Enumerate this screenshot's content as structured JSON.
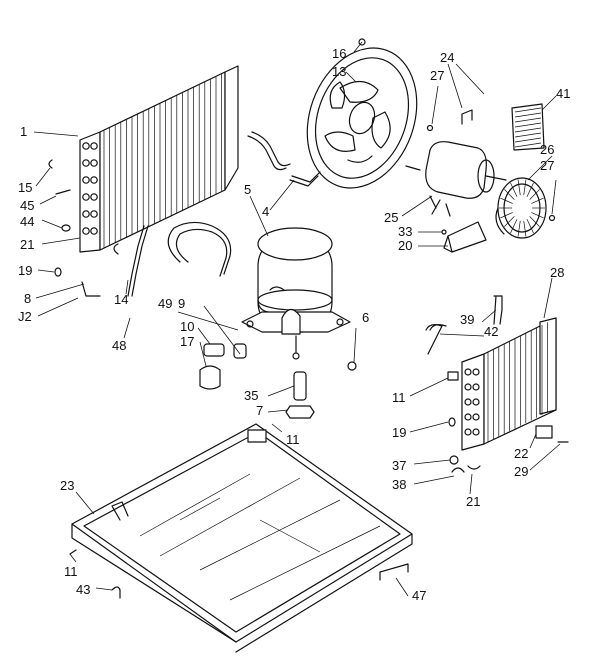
{
  "diagram": {
    "kind": "exploded-parts-view",
    "colors": {
      "ink": "#111111",
      "paper": "#ffffff"
    },
    "callouts": [
      {
        "id": "c1",
        "text": "1"
      },
      {
        "id": "c15",
        "text": "15"
      },
      {
        "id": "c45",
        "text": "45"
      },
      {
        "id": "c44",
        "text": "44"
      },
      {
        "id": "c21a",
        "text": "21"
      },
      {
        "id": "c19a",
        "text": "19"
      },
      {
        "id": "c8",
        "text": "8"
      },
      {
        "id": "c12",
        "text": "J2"
      },
      {
        "id": "c14",
        "text": "14"
      },
      {
        "id": "c48",
        "text": "48"
      },
      {
        "id": "c16",
        "text": "16"
      },
      {
        "id": "c13",
        "text": "13"
      },
      {
        "id": "c24",
        "text": "24"
      },
      {
        "id": "c27a",
        "text": "27"
      },
      {
        "id": "c41",
        "text": "41"
      },
      {
        "id": "c26",
        "text": "26"
      },
      {
        "id": "c27b",
        "text": "27"
      },
      {
        "id": "c5",
        "text": "5"
      },
      {
        "id": "c4",
        "text": "4"
      },
      {
        "id": "c25",
        "text": "25"
      },
      {
        "id": "c33",
        "text": "33"
      },
      {
        "id": "c20",
        "text": "20"
      },
      {
        "id": "c49",
        "text": "49"
      },
      {
        "id": "c9",
        "text": "9"
      },
      {
        "id": "c10",
        "text": "10"
      },
      {
        "id": "c17",
        "text": "17"
      },
      {
        "id": "c6",
        "text": "6"
      },
      {
        "id": "c35",
        "text": "35"
      },
      {
        "id": "c7",
        "text": "7"
      },
      {
        "id": "c11a",
        "text": "11"
      },
      {
        "id": "c28",
        "text": "28"
      },
      {
        "id": "c39",
        "text": "39"
      },
      {
        "id": "c42",
        "text": "42"
      },
      {
        "id": "c11b",
        "text": "11"
      },
      {
        "id": "c19b",
        "text": "19"
      },
      {
        "id": "c37",
        "text": "37"
      },
      {
        "id": "c38",
        "text": "38"
      },
      {
        "id": "c21b",
        "text": "21"
      },
      {
        "id": "c22",
        "text": "22"
      },
      {
        "id": "c29",
        "text": "29"
      },
      {
        "id": "c23",
        "text": "23"
      },
      {
        "id": "c11c",
        "text": "11"
      },
      {
        "id": "c43",
        "text": "43"
      },
      {
        "id": "c47",
        "text": "47"
      }
    ]
  }
}
